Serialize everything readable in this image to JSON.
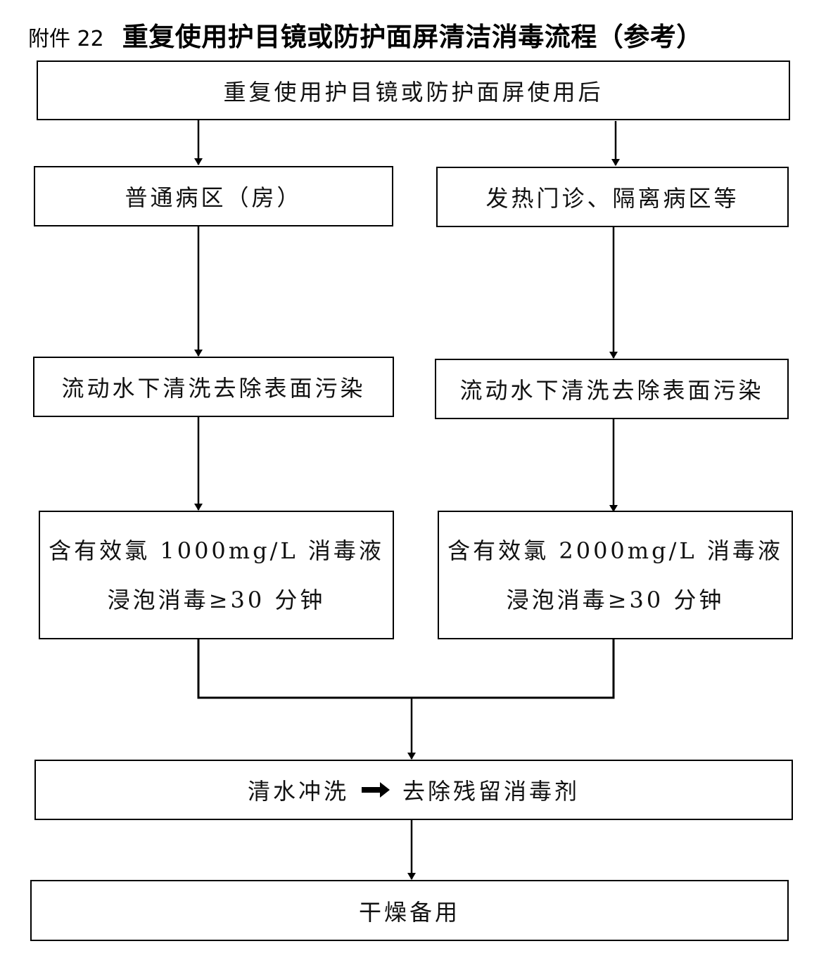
{
  "header": {
    "annex": "附件 22",
    "title": "重复使用护目镜或防护面屏清洁消毒流程（参考）"
  },
  "flow": {
    "start": "重复使用护目镜或防护面屏使用后",
    "left": {
      "area": "普通病区（房）",
      "wash": "流动水下清洗去除表面污染",
      "soak_line1": "含有效氯 1000mg/L 消毒液",
      "soak_line2": "浸泡消毒≥30 分钟"
    },
    "right": {
      "area": "发热门诊、隔离病区等",
      "wash": "流动水下清洗去除表面污染",
      "soak_line1": "含有效氯 2000mg/L 消毒液",
      "soak_line2": "浸泡消毒≥30 分钟"
    },
    "rinse_a": "清水冲洗",
    "rinse_b": "去除残留消毒剂",
    "final": "干燥备用"
  }
}
